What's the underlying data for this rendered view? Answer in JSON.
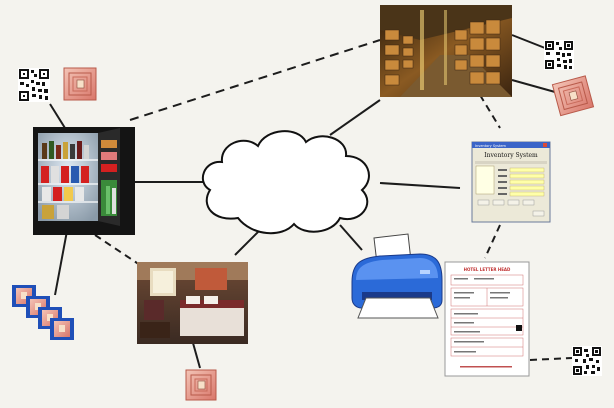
{
  "diagram": {
    "inventory_window": {
      "titlebar": "Inventory System",
      "heading": "Inventory System"
    },
    "letterhead": {
      "heading": "HOTEL LETTER HEAD"
    },
    "colors": {
      "background": "#f4f3ee",
      "line": "#1c1c1c",
      "rfid_tag": "#e08a7a",
      "qr_code": "#111111",
      "window_titlebar": "#3a64c8"
    },
    "icons": [
      "fridge-image",
      "warehouse-image",
      "hotel-room-image",
      "printer-icon",
      "cloud-icon",
      "qr-code-icon",
      "rfid-tag-icon"
    ]
  }
}
